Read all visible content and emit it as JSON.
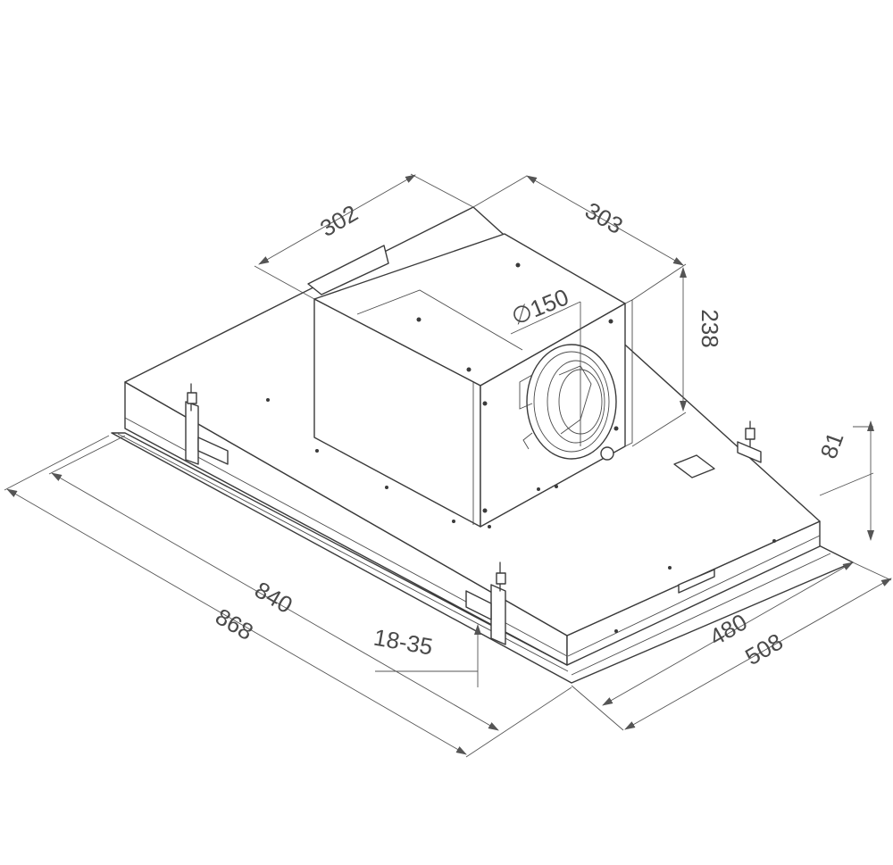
{
  "dimensions": {
    "width_outer": "868",
    "width_inner": "840",
    "depth_outer": "508",
    "depth_inner": "480",
    "motor_width": "302",
    "motor_depth": "303",
    "motor_height": "238",
    "duct_diameter": "∅150",
    "frame_height": "81",
    "cutout_range": "18-35"
  }
}
